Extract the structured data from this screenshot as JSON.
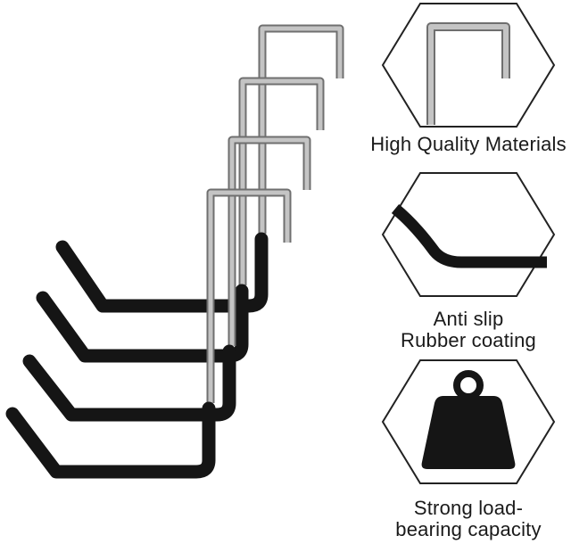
{
  "features": [
    {
      "icon": "steel-hook-icon",
      "lines": [
        "High Quality Materials"
      ]
    },
    {
      "icon": "rubber-coated-bend-icon",
      "lines": [
        "Anti slip",
        "Rubber coating"
      ]
    },
    {
      "icon": "weight-icon",
      "lines": [
        "Strong load-",
        "bearing capacity"
      ]
    }
  ],
  "colors": {
    "steel": "#b5b5b5",
    "steel_edge": "#6f6f6f",
    "rubber": "#151515",
    "outline": "#222222"
  }
}
